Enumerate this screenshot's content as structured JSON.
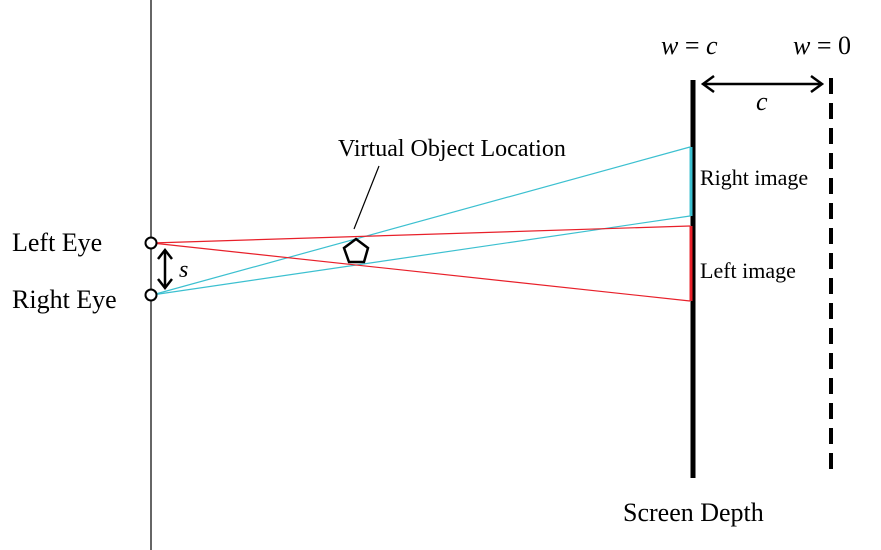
{
  "labels": {
    "left_eye": "Left Eye",
    "right_eye": "Right Eye",
    "separation": "s",
    "virtual_object": "Virtual Object Location",
    "right_image": "Right image",
    "left_image": "Left image",
    "screen_depth": "Screen Depth",
    "w_eq_c_w": "w",
    "w_eq_c_eq": " = ",
    "w_eq_c_c": "c",
    "w_eq_0_w": "w",
    "w_eq_0_rest": " = 0",
    "distance_c": "c"
  },
  "colors": {
    "left_eye_rays": "#e8202a",
    "right_eye_rays": "#3cc0d0",
    "lines": "#000000",
    "background": "#ffffff"
  }
}
